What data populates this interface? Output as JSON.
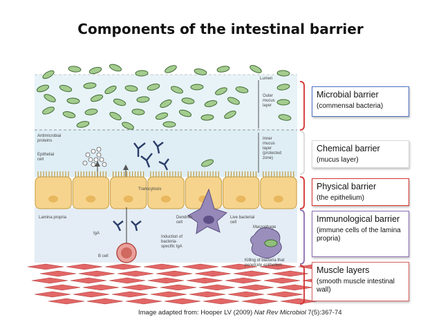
{
  "title": "Components of the intestinal barrier",
  "diagram_labels": {
    "lumen": "Lumen",
    "outer_mucus": [
      "Outer",
      "mucus",
      "layer"
    ],
    "inner_mucus": [
      "Inner",
      "mucus",
      "layer",
      "(protected",
      "zone)"
    ],
    "antimicrobial": [
      "Antimicrobial",
      "proteins"
    ],
    "epithelial": [
      "Epithelial",
      "cell"
    ],
    "transcytosis": "Transcytosis",
    "lamina_propria": "Lamina propria",
    "dendritic": [
      "Dendritic",
      "cell"
    ],
    "live_bacterial": [
      "Live bacterial",
      "cell"
    ],
    "macrophage": "Macrophage",
    "iga": "IgA",
    "induction": [
      "Induction of",
      "bacteria-",
      "specific IgA"
    ],
    "bcell": "B cell",
    "killing": [
      "Killing of bacteria that",
      "penetrate epithelium"
    ]
  },
  "boxes": {
    "microbial": {
      "title": "Microbial barrier",
      "subtitle": "(commensal bacteria)"
    },
    "chemical": {
      "title": "Chemical barrier",
      "subtitle": "(mucus layer)"
    },
    "physical": {
      "title": "Physical barrier",
      "subtitle": "(the epithelium)"
    },
    "immunological": {
      "title": "Immunological barrier",
      "subtitle": "(immune cells of the lamina propria)"
    },
    "muscle": {
      "title": "Muscle layers",
      "subtitle": "(smooth muscle intestinal wall)"
    }
  },
  "caption": {
    "prefix": "Image adapted from: Hooper LV (2009) ",
    "journal": "Nat Rev Microbiol",
    "suffix": " 7(5):367-74"
  },
  "colors": {
    "microbial": "#4a6fbf",
    "chemical": "#d8d8d8",
    "physical": "#d33030",
    "immunological": "#8a6cb0",
    "muscle": "#d86060",
    "bacteria": "#8fbf7a",
    "mucus": "#dfeef5",
    "epithelium": "#f5d48a",
    "muscle_fiber": "#e57070"
  }
}
